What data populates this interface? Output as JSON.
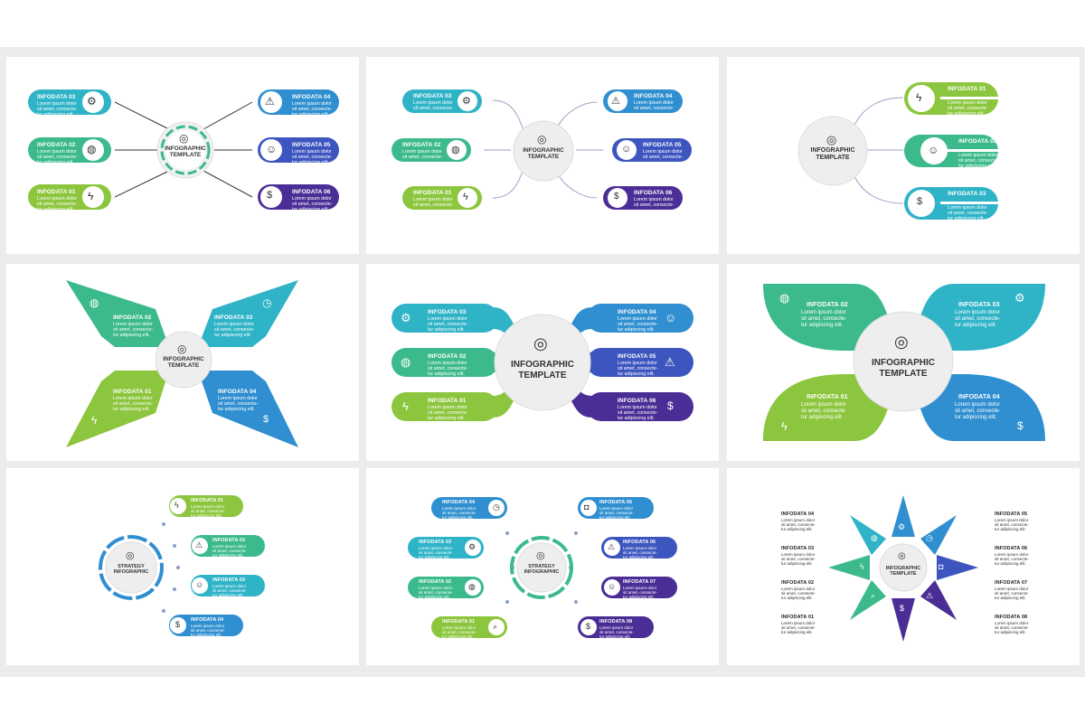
{
  "center": {
    "infographic": "INFOGRAPHIC",
    "template": "TEMPLATE",
    "strategy": "STRATEGY",
    "strategy_infographic": "INFOGRAPHIC"
  },
  "labels": {
    "d01": "INFODATA 01",
    "d02": "INFODATA 02",
    "d03": "INFODATA 03",
    "d04": "INFODATA 04",
    "d05": "INFODATA 05",
    "d06": "INFODATA 06",
    "d07": "INFODATA 07",
    "d08": "INFODATA 08"
  },
  "lorem": {
    "long": "Lorem ipsum dolor\nsit amet, consecte-\ntur adipiscing elit.",
    "short": "Lorem ipsum dolor\nsit amet, consecte-",
    "wide": "Lorem ipsum dolor\nsit amet, consecte-\ntur adipiscing elit."
  },
  "colors": {
    "lime": "#8cc63e",
    "green": "#3cba8c",
    "teal": "#2fb3c7",
    "blue": "#2f8fd0",
    "indigo": "#3d55bf",
    "purple": "#4b2e95"
  },
  "icons": [
    "gear-icon",
    "warning-icon",
    "globe-icon",
    "user-icon",
    "bulb-icon",
    "dollar-icon",
    "target-icon",
    "clock-icon",
    "search-icon",
    "chat-icon"
  ]
}
